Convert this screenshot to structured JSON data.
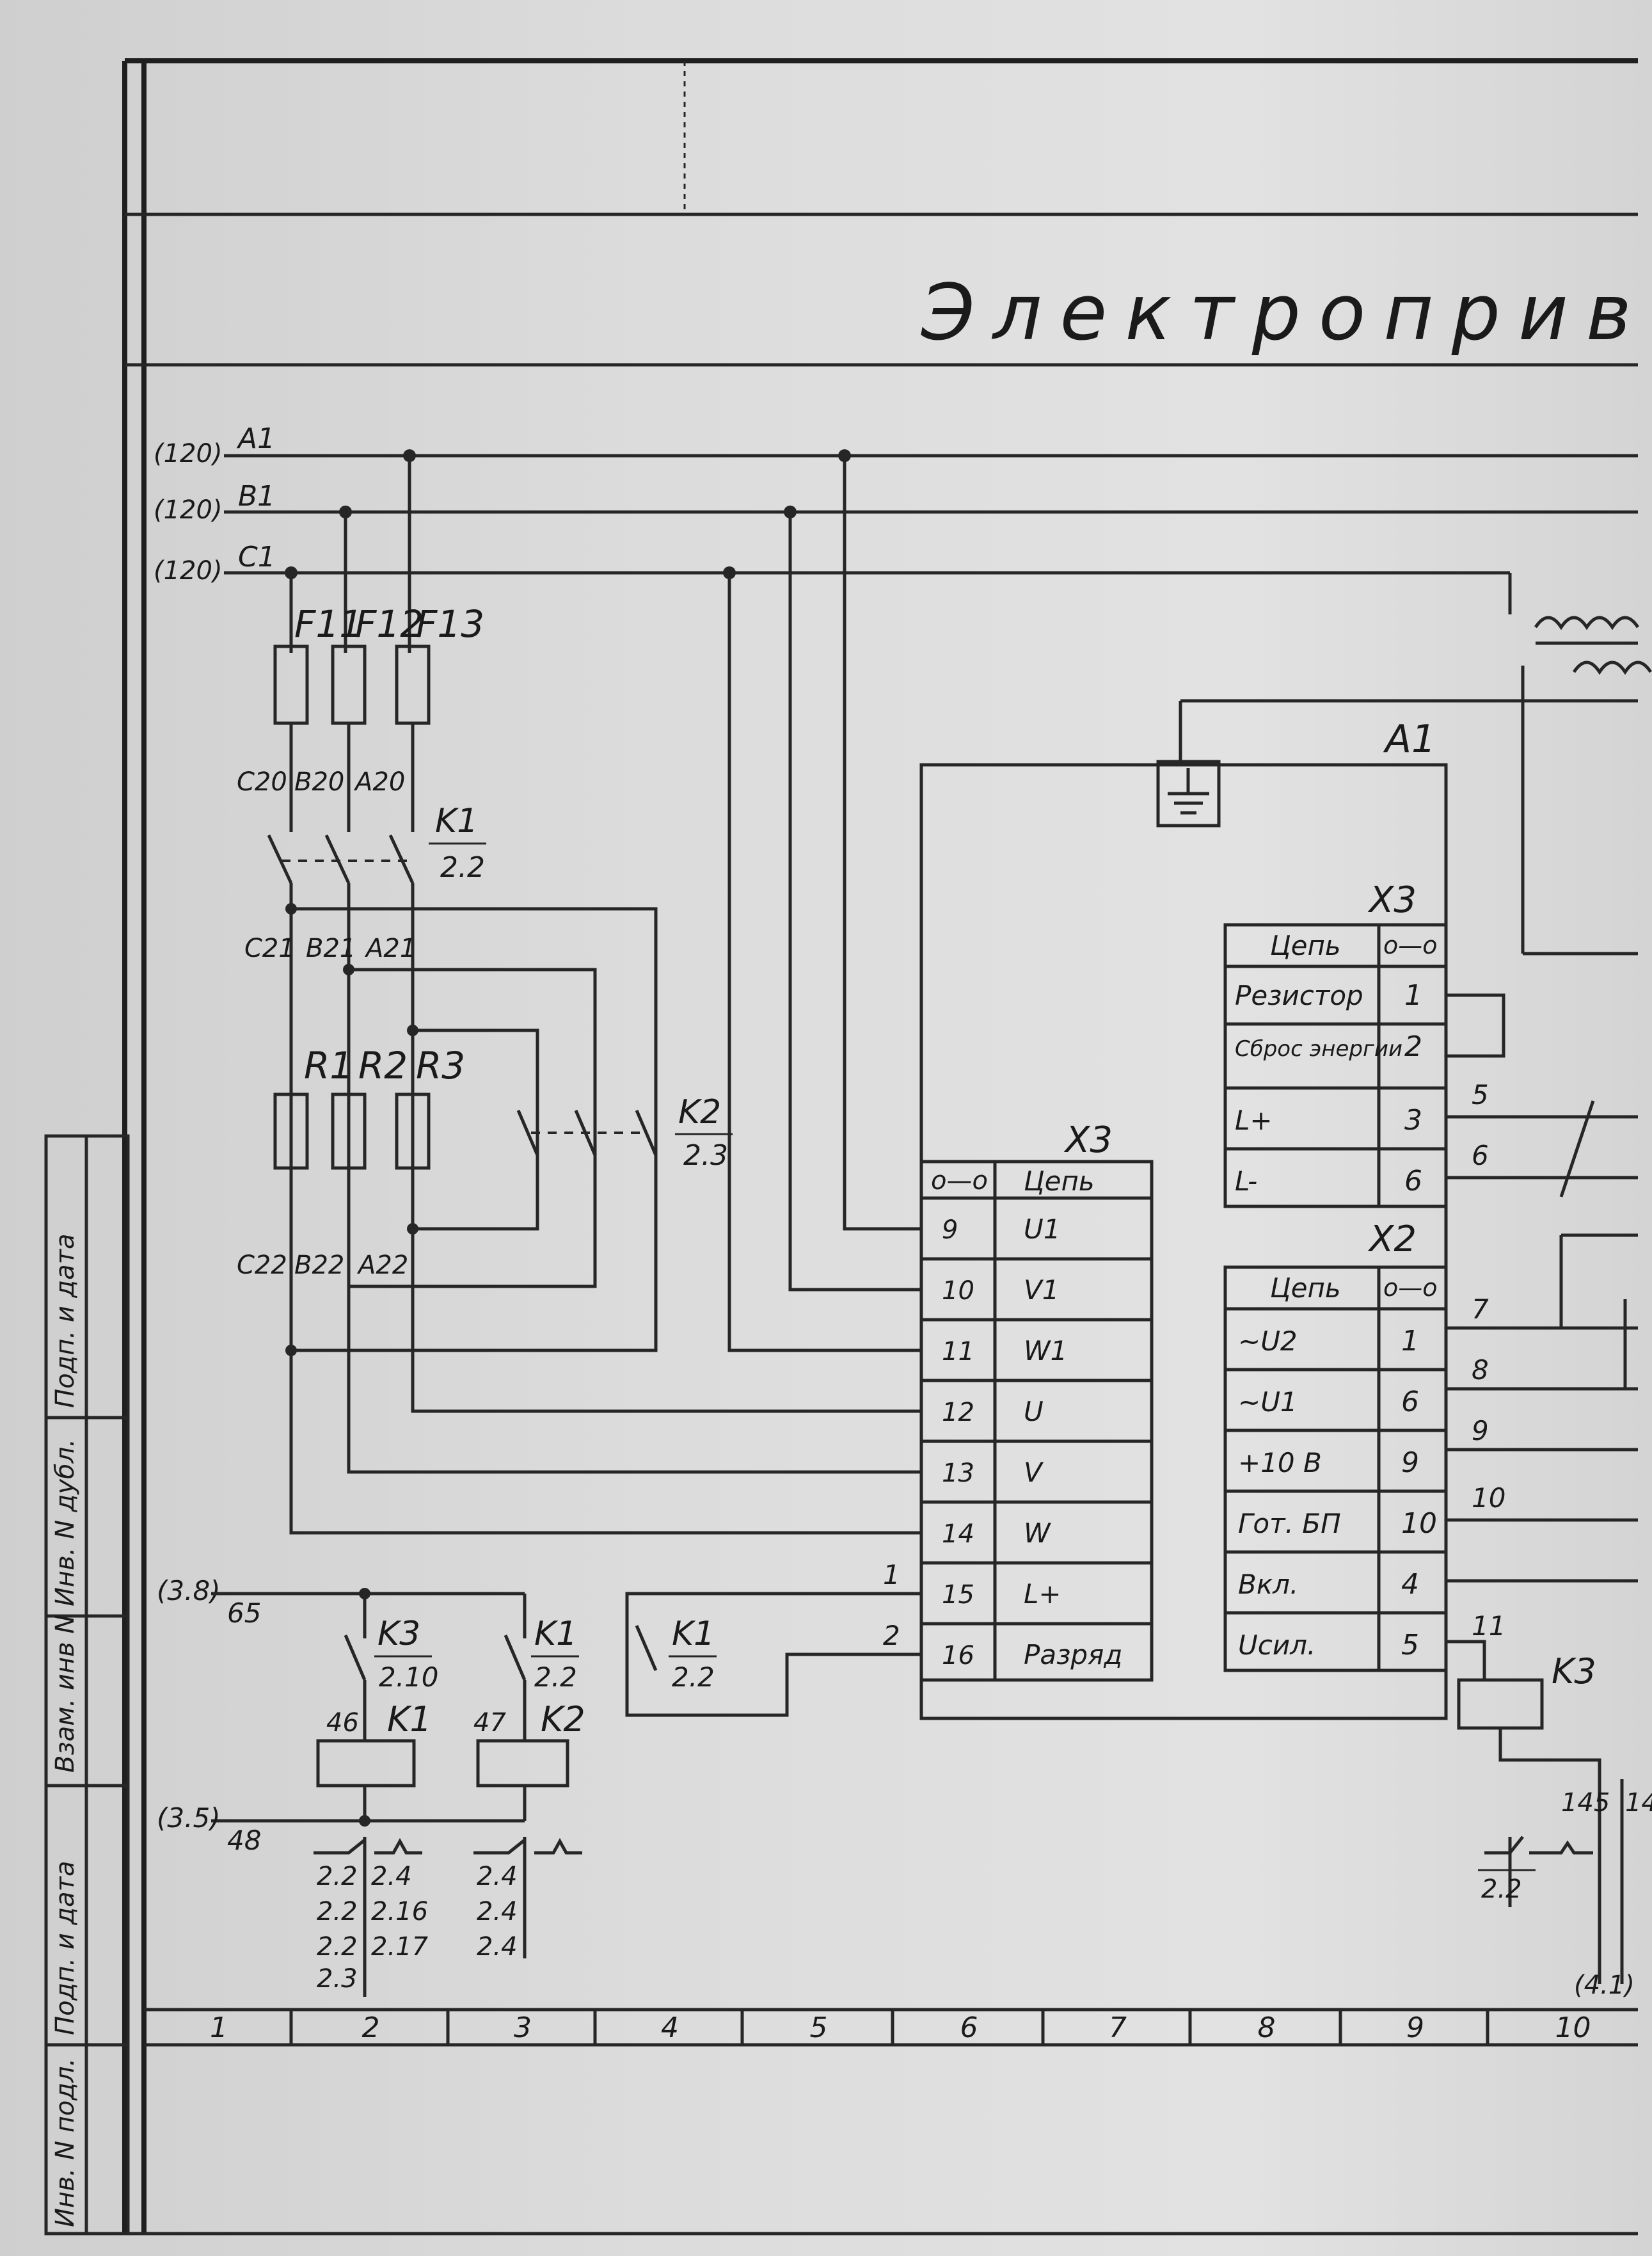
{
  "drawing": {
    "title": "Электроприв",
    "buses": [
      {
        "ref": "(120)",
        "name": "A1"
      },
      {
        "ref": "(120)",
        "name": "B1"
      },
      {
        "ref": "(120)",
        "name": "C1"
      }
    ],
    "fuses": [
      "F11",
      "F12",
      "F13"
    ],
    "wires_top": [
      "C20",
      "B20",
      "A20"
    ],
    "wires_mid": [
      "C21",
      "B21",
      "A21"
    ],
    "wires_bot": [
      "C22",
      "B22",
      "A22"
    ],
    "resistors": [
      "R1",
      "R2",
      "R3"
    ],
    "contacts": {
      "k1_main": {
        "name": "K1",
        "ref": "2.2"
      },
      "k2_main": {
        "name": "K2",
        "ref": "2.3"
      },
      "k3_ctrl": {
        "name": "K3",
        "ref": "2.10"
      },
      "k1_ctrl": {
        "name": "K1",
        "ref": "2.2"
      },
      "k1_ctrl2": {
        "name": "K1",
        "ref": "2.2"
      }
    },
    "coils": [
      {
        "wire": "46",
        "name": "K1"
      },
      {
        "wire": "47",
        "name": "K2"
      },
      {
        "wire": "11",
        "name": "K3"
      }
    ],
    "control_refs": {
      "top_ref": "(3.8)",
      "top_wire": "65",
      "bot_ref": "(3.5)",
      "bot_wire": "48"
    },
    "block_a1": "A1",
    "x3_left": {
      "title": "X3",
      "head_circuit": "Цепь",
      "head_pin": "o—o",
      "rows": [
        {
          "pin": "9",
          "circuit": "U1"
        },
        {
          "pin": "10",
          "circuit": "V1"
        },
        {
          "pin": "11",
          "circuit": "W1"
        },
        {
          "pin": "12",
          "circuit": "U"
        },
        {
          "pin": "13",
          "circuit": "V"
        },
        {
          "pin": "14",
          "circuit": "W"
        },
        {
          "pin": "15",
          "circuit": "L+"
        },
        {
          "pin": "16",
          "circuit": "Разряд"
        }
      ],
      "wire1": "1",
      "wire2": "2"
    },
    "x3_right": {
      "title": "X3",
      "head_circuit": "Цепь",
      "head_pin": "o—o",
      "rows": [
        {
          "circuit": "Резистор",
          "pin": "1"
        },
        {
          "circuit": "Сброс энергии",
          "pin": "2"
        },
        {
          "circuit": "L+",
          "pin": "3"
        },
        {
          "circuit": "L-",
          "pin": "6"
        }
      ],
      "wires": [
        "5",
        "6"
      ]
    },
    "x2": {
      "title": "X2",
      "head_circuit": "Цепь",
      "head_pin": "o—o",
      "rows": [
        {
          "circuit": "~U2",
          "pin": "1"
        },
        {
          "circuit": "~U1",
          "pin": "6"
        },
        {
          "circuit": "+10 B",
          "pin": "9"
        },
        {
          "circuit": "Гот. БП",
          "pin": "10"
        },
        {
          "circuit": "Вкл.",
          "pin": "4"
        },
        {
          "circuit": "Uсил.",
          "pin": "5"
        }
      ],
      "wires": [
        "7",
        "8",
        "9",
        "10"
      ]
    },
    "contact_refs": {
      "col2": [
        "2.2",
        "2.4",
        "2.2",
        "2.16",
        "2.2",
        "2.17",
        "2.3"
      ],
      "col3": [
        "2.4",
        "2.4",
        "2.4"
      ],
      "col10": [
        "2.2"
      ],
      "wires_right": [
        "145",
        "14"
      ],
      "ref_right": "(4.1)"
    },
    "zones": [
      "1",
      "2",
      "3",
      "4",
      "5",
      "6",
      "7",
      "8",
      "9",
      "10"
    ],
    "side_stamp": [
      "Инв. N подл.",
      "Подп. и дата",
      "Взам. инв N",
      "Инв. N дубл.",
      "Подп. и дата"
    ]
  }
}
